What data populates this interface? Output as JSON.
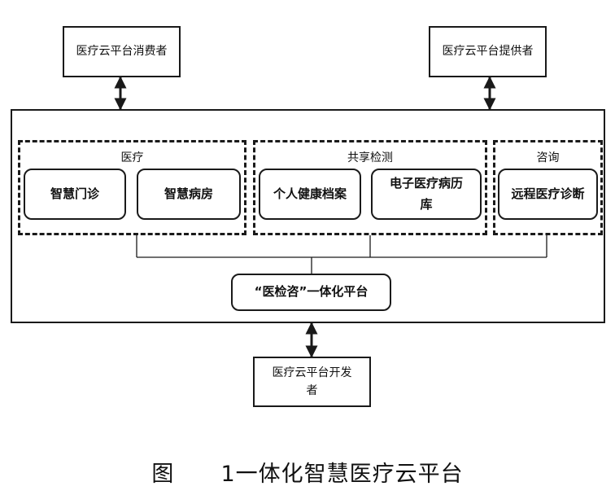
{
  "nodes": {
    "consumer": "医疗云平台消费者",
    "provider": "医疗云平台提供者",
    "developer_line1": "医疗云平台开发",
    "developer_line2": "者",
    "platform": "“医检咨”一体化平台"
  },
  "groups": {
    "medical": {
      "title": "医疗",
      "items": [
        "智慧门诊",
        "智慧病房"
      ]
    },
    "shared": {
      "title": "共享检测",
      "items": [
        "个人健康档案",
        "电子医疗病历",
        "库"
      ]
    },
    "consult": {
      "title": "咨询",
      "items": [
        "远程医疗诊断"
      ]
    }
  },
  "caption": {
    "label": "图",
    "text": "1一体化智慧医疗云平台"
  }
}
